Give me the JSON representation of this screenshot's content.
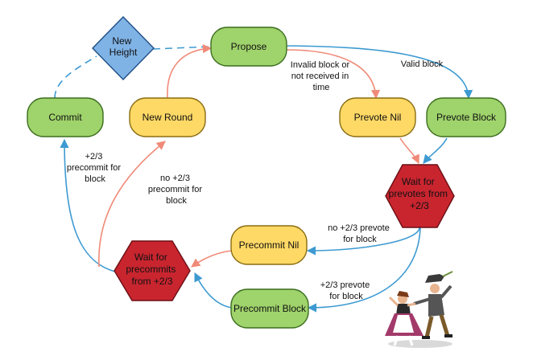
{
  "colors": {
    "green_fill": "#9fd36b",
    "green_stroke": "#3b6e1f",
    "yellow_fill": "#ffd966",
    "yellow_stroke": "#8a6d12",
    "red_fill": "#c9252f",
    "red_stroke": "#6b0f14",
    "blue_fill": "#7fb2e5",
    "blue_stroke": "#1f4f86",
    "blue_edge": "#3d9ad1",
    "salmon_edge": "#f08a78"
  },
  "nodes": {
    "new_height": {
      "lines": [
        "New",
        "Height"
      ],
      "shape": "diamond"
    },
    "propose": {
      "lines": [
        "Propose"
      ],
      "shape": "pill"
    },
    "commit": {
      "lines": [
        "Commit"
      ],
      "shape": "pill"
    },
    "new_round": {
      "lines": [
        "New Round"
      ],
      "shape": "pill"
    },
    "prevote_nil": {
      "lines": [
        "Prevote Nil"
      ],
      "shape": "pill"
    },
    "prevote_block": {
      "lines": [
        "Prevote Block"
      ],
      "shape": "pill"
    },
    "wait_prevotes": {
      "lines": [
        "Wait for",
        "prevotes from",
        "+2/3"
      ],
      "shape": "hexagon"
    },
    "precommit_nil": {
      "lines": [
        "Precommit Nil"
      ],
      "shape": "pill"
    },
    "wait_precommits": {
      "lines": [
        "Wait for",
        "precommits",
        "from +2/3"
      ],
      "shape": "hexagon"
    },
    "precommit_block": {
      "lines": [
        "Precommit Block"
      ],
      "shape": "pill"
    }
  },
  "edge_labels": {
    "invalid_block": [
      "Invalid block or",
      "not received in",
      "time"
    ],
    "valid_block": [
      "Valid block"
    ],
    "commit_precommit": [
      "+2/3",
      "precommit for",
      "block"
    ],
    "no_precommit": [
      "no +2/3",
      "precommit for",
      "block"
    ],
    "no_prevote": [
      "no +2/3 prevote",
      "for block"
    ],
    "prevote_for_block": [
      "+2/3 prevote",
      "for block"
    ]
  },
  "clipart": {
    "icon": "dancing-couple-icon"
  }
}
